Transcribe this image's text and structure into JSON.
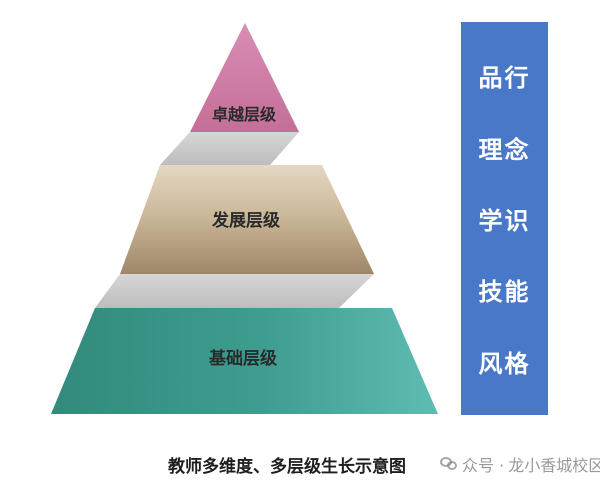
{
  "pyramid": {
    "levels": [
      {
        "label": "卓越层级",
        "color_top": "#d58ab0",
        "color_bottom": "#c9739d"
      },
      {
        "label": "发展层级",
        "color_top": "#dccdb4",
        "color_bottom": "#a38e70"
      },
      {
        "label": "基础层级",
        "color_top": "#3f9e90",
        "color_bottom": "#5cb8ad"
      }
    ],
    "connector_color": "#c8c8c8"
  },
  "side_panel": {
    "items": [
      "品行",
      "理念",
      "学识",
      "技能",
      "风格"
    ],
    "color": "#4a78c8"
  },
  "caption": "教师多维度、多层级生长示意图",
  "watermark": {
    "prefix": "众号 ·",
    "text": "龙小香城校区"
  }
}
